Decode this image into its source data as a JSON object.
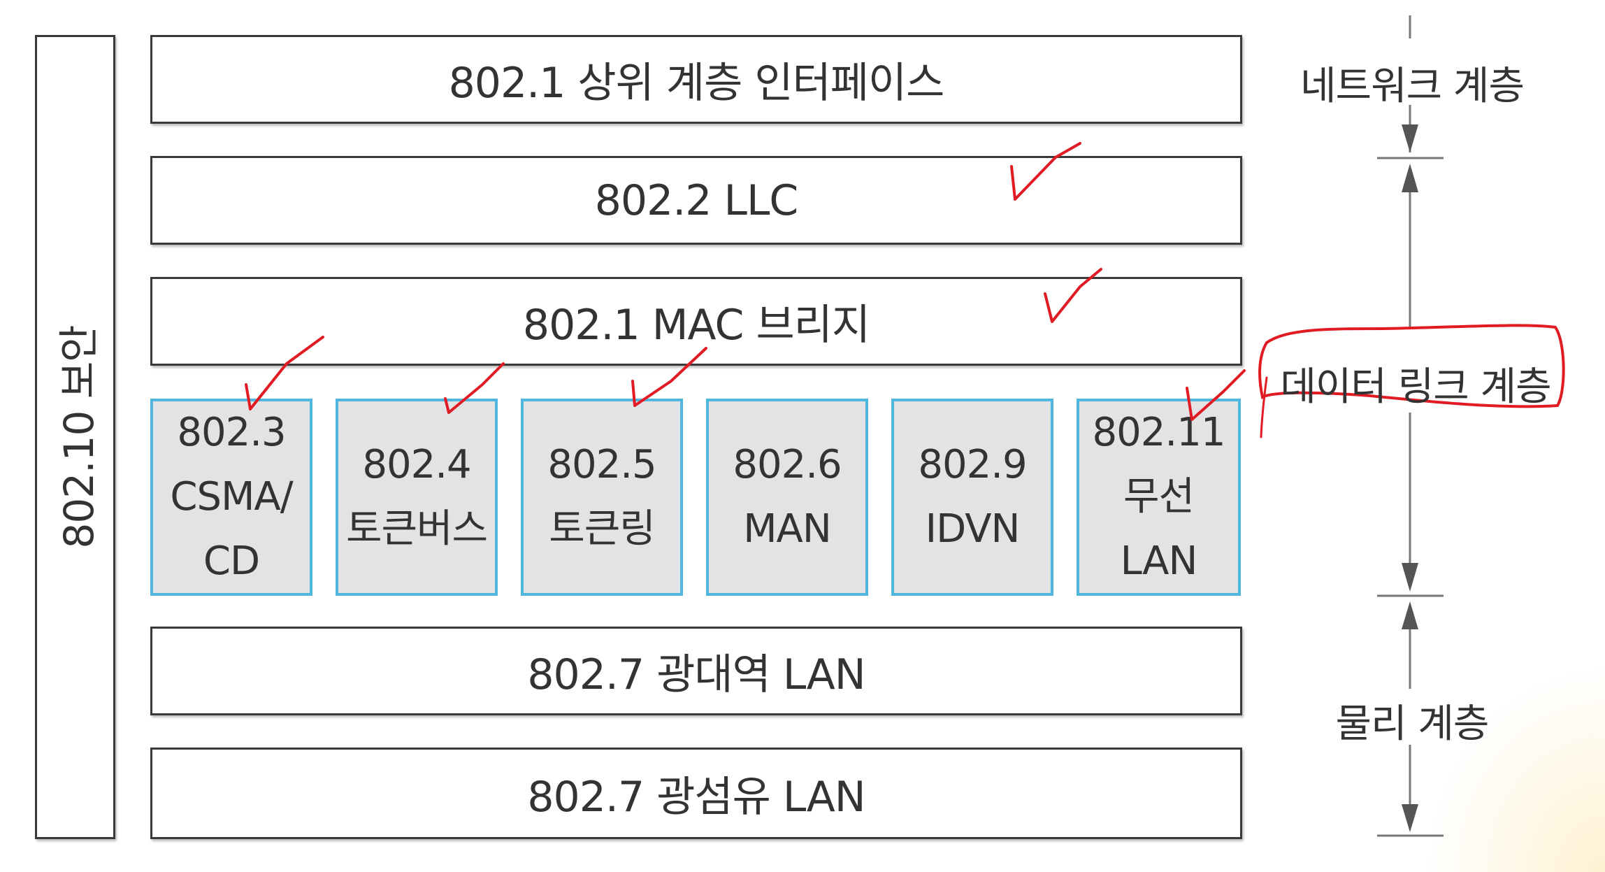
{
  "security_label": "802.10 보안",
  "layers": {
    "l8021_interface": "802.1 상위 계층 인터페이스",
    "l8022_llc": "802.2 LLC",
    "l8021_mac": "802.1 MAC 브리지",
    "l8027_broadband": "802.7 광대역 LAN",
    "l8027_fiber": "802.7 광섬유 LAN"
  },
  "sublayers": [
    {
      "lines": [
        "802.3",
        "CSMA/",
        "CD"
      ]
    },
    {
      "lines": [
        "802.4",
        "토큰버스"
      ]
    },
    {
      "lines": [
        "802.5",
        "토큰링"
      ]
    },
    {
      "lines": [
        "802.6",
        "MAN"
      ]
    },
    {
      "lines": [
        "802.9",
        "IDVN"
      ]
    },
    {
      "lines": [
        "802.11",
        "무선",
        "LAN"
      ]
    }
  ],
  "right_labels": {
    "network": "네트워크 계층",
    "datalink": "데이터 링크 계층",
    "physical": "물리 계층"
  },
  "colors": {
    "sub_border": "#4fb6de",
    "sub_fill": "#e3e3e5",
    "annotation": "#e01b24"
  }
}
